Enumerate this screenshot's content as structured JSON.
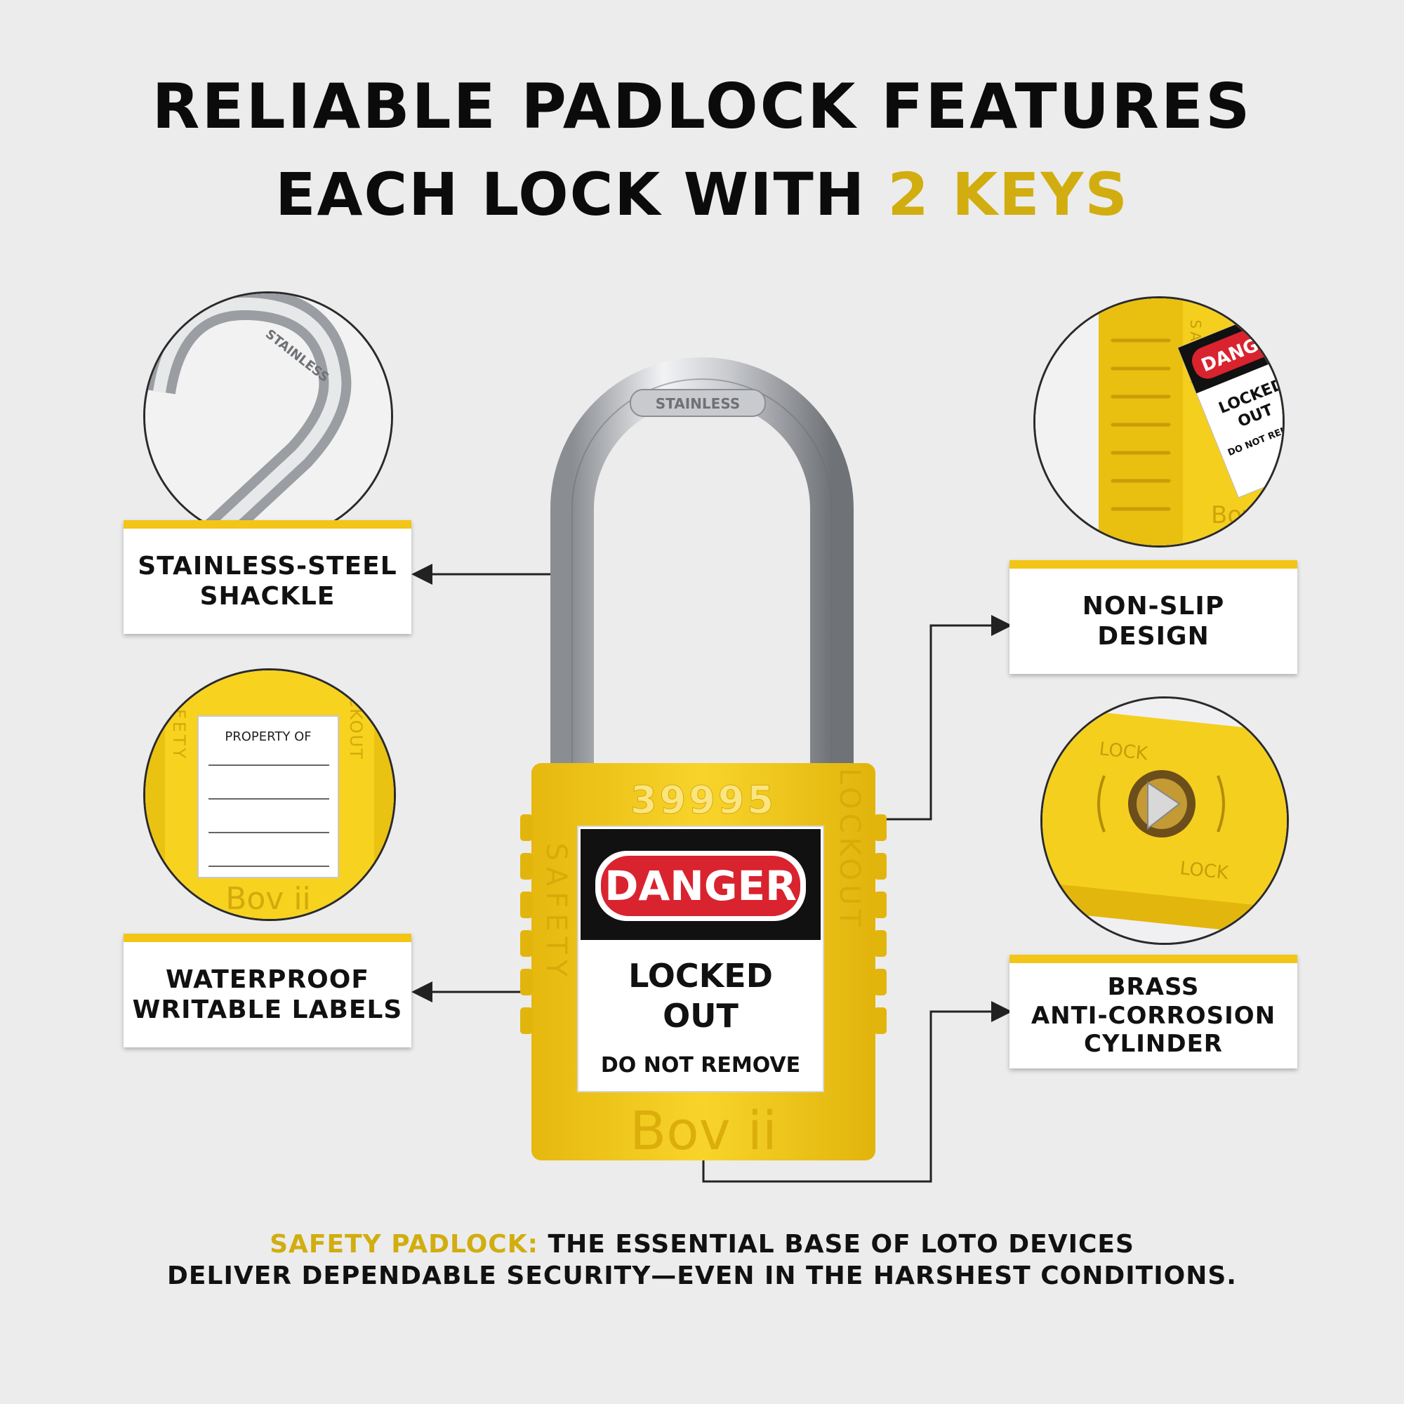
{
  "header": {
    "line1": "RELIABLE PADLOCK FEATURES",
    "line2_prefix": "EACH LOCK WITH ",
    "line2_accent": "2 KEYS"
  },
  "callouts": {
    "shackle": [
      "STAINLESS-STEEL",
      "SHACKLE"
    ],
    "labels": [
      "WATERPROOF",
      "WRITABLE LABELS"
    ],
    "nonslip": [
      "NON-SLIP",
      "DESIGN"
    ],
    "cylinder": [
      "BRASS",
      "ANTI-CORROSION",
      "CYLINDER"
    ]
  },
  "lock": {
    "shackle_stamp": "STAINLESS",
    "model_number": "39995",
    "side_left": "SAFETY",
    "side_right": "LOCKOUT",
    "tag_header": "DANGER",
    "tag_line1": "LOCKED",
    "tag_line2": "OUT",
    "tag_line3": "DO NOT REMOVE",
    "brand": "Bov ii"
  },
  "detail_circles": {
    "shackle_stamp": "STAINLESS",
    "label_title": "PROPERTY OF",
    "label_side_left": "SAFETY",
    "label_side_right": "LOCKOUT",
    "label_brand": "Bov ii",
    "nonslip_side": "SAFETY",
    "nonslip_tag_header": "DANG",
    "nonslip_tag_line1": "LOCKED",
    "nonslip_tag_line2": "OUT",
    "nonslip_tag_line3": "DO NOT REMOVE",
    "nonslip_brand": "Bov",
    "keyway_top": "LOCK",
    "keyway_bottom": "LOCK"
  },
  "footer": {
    "accent": "SAFETY PADLOCK:",
    "line1_rest": " THE ESSENTIAL BASE OF LOTO DEVICES",
    "line2": "DELIVER DEPENDABLE SECURITY—EVEN IN THE HARSHEST CONDITIONS."
  },
  "colors": {
    "background": "#ececec",
    "accent": "#d1ad0f",
    "lock_yellow": "#f4cd1c",
    "danger_red": "#d9232e"
  }
}
